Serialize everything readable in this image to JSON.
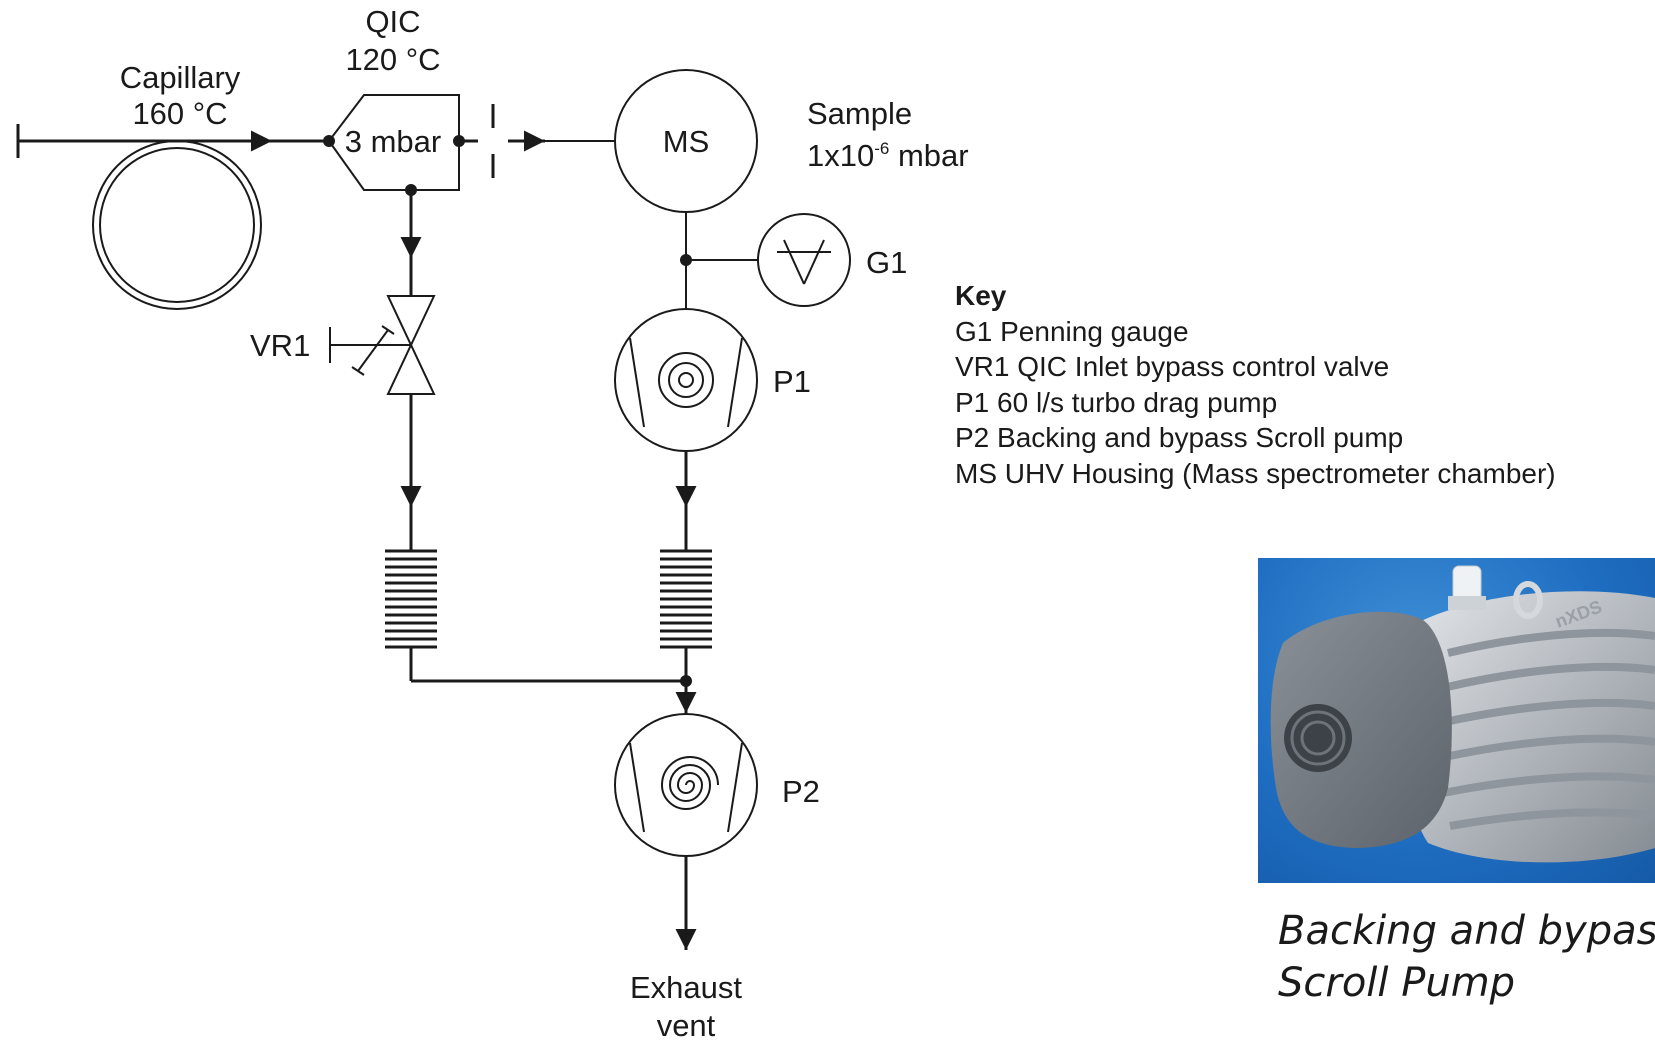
{
  "labels": {
    "capillary_name": "Capillary",
    "capillary_temp": "160 °C",
    "qic_name": "QIC",
    "qic_temp": "120 °C",
    "qic_pressure": "3 mbar",
    "ms": "MS",
    "sample_name": "Sample",
    "sample_pressure_base": "1x10",
    "sample_pressure_exp": "-6",
    "sample_pressure_unit": " mbar",
    "g1": "G1",
    "vr1": "VR1",
    "p1": "P1",
    "p2": "P2",
    "exhaust_line1": "Exhaust",
    "exhaust_line2": "vent"
  },
  "key": {
    "title": "Key",
    "items": [
      "G1  Penning gauge",
      "VR1  QIC Inlet bypass control valve",
      "P1  60 l/s turbo drag pump",
      "P2  Backing and bypass Scroll pump",
      "MS UHV Housing (Mass spectrometer chamber)"
    ]
  },
  "photo": {
    "badge_text": "nXDS",
    "caption_line1": "Backing and bypass",
    "caption_line2": "Scroll Pump"
  }
}
